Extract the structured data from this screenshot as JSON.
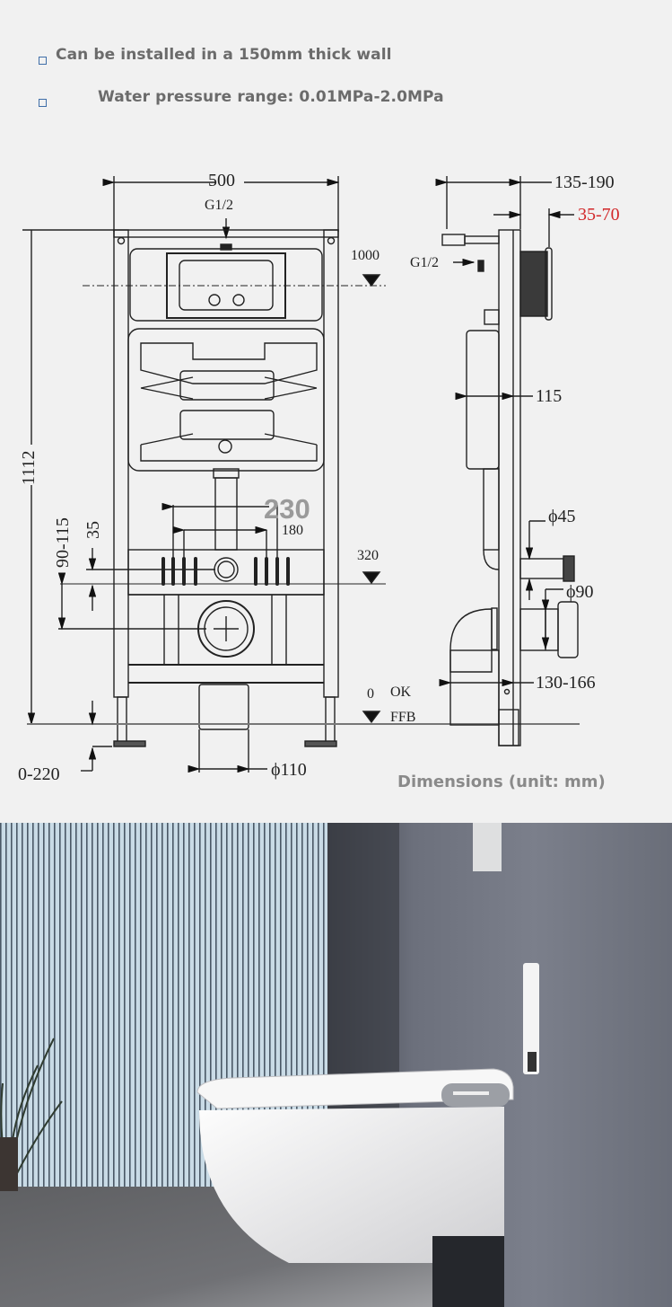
{
  "specs": [
    {
      "text": "Can be installed in a 150mm thick wall"
    },
    {
      "text": "Water pressure range: 0.01MPa-2.0MPa"
    }
  ],
  "front_view": {
    "width": "500",
    "inlet": "G1/2",
    "height_total": "1112",
    "level_1000": "1000",
    "level_320": "320",
    "dim_230": "230",
    "dim_180": "180",
    "dim_90_115": "90-115",
    "dim_35": "35",
    "floor_0": "0",
    "floor_ok": "OK",
    "floor_ffb": "FFB",
    "adjust_0_220": "0-220",
    "drain_110": "ϕ110"
  },
  "side_view": {
    "depth_135_190": "135-190",
    "depth_35_70": "35-70",
    "inlet": "G1/2",
    "depth_115": "115",
    "pipe_45": "ϕ45",
    "pipe_90": "ϕ90",
    "depth_130_166": "130-166"
  },
  "caption": "Dimensions (unit: mm)",
  "colors": {
    "background": "#f1f1f1",
    "spec_text": "#6b6b6b",
    "bullet_border": "#3f6ea8",
    "highlight_red": "#d2282a",
    "wall_gray": "#6c707c",
    "window_light": "#c9dbe6"
  }
}
